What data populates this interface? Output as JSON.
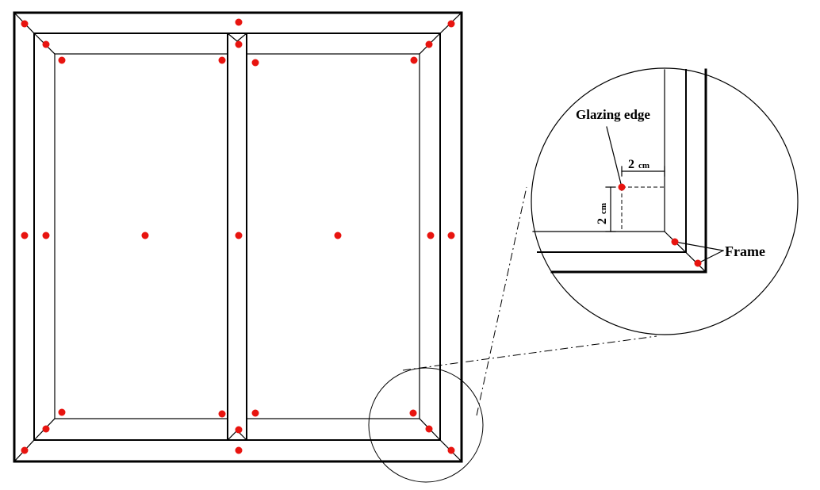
{
  "labels": {
    "glazing_edge": "Glazing edge",
    "frame": "Frame",
    "dim_horizontal_value": "2",
    "dim_horizontal_unit": "cm",
    "dim_vertical_value": "2",
    "dim_vertical_unit": "cm"
  },
  "marker_color": "#e8140f",
  "line_color": "#000000"
}
